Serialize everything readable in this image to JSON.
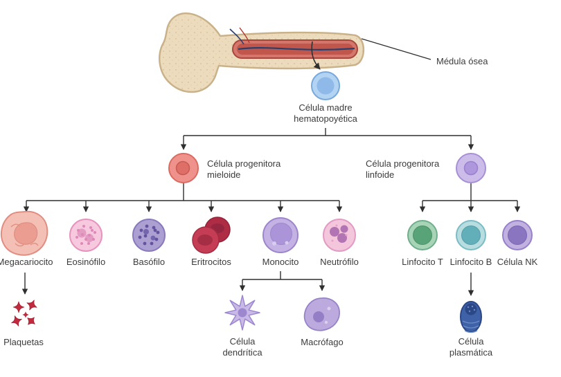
{
  "labels": {
    "bone_marrow": "Médula ósea",
    "stem_cell": "Célula madre\nhematopoyética",
    "myeloid_progenitor": "Célula progenitora\nmieloide",
    "lymphoid_progenitor": "Célula progenitora\nlinfoide",
    "megakaryocyte": "Megacariocito",
    "eosinophil": "Eosinófilo",
    "basophil": "Basófilo",
    "erythrocytes": "Eritrocitos",
    "monocyte": "Monocito",
    "neutrophil": "Neutrófilo",
    "platelets": "Plaquetas",
    "dendritic_cell": "Célula\ndendrítica",
    "macrophage": "Macrófago",
    "t_lymphocyte": "Linfocito T",
    "b_lymphocyte": "Linfocito B",
    "nk_cell": "Célula NK",
    "plasma_cell": "Célula\nplasmática"
  },
  "colors": {
    "stem_cell": "#b3d3f2",
    "myeloid_progenitor": "#ef928b",
    "lymphoid_progenitor": "#ccbcea",
    "megakaryocyte": "#f4bfb4",
    "eosinophil": "#f6c9de",
    "basophil": "#aca0d3",
    "erythrocytes": "#c43d54",
    "monocyte": "#c3b2e3",
    "neutrophil": "#f4c6dc",
    "platelets": "#c22a3e",
    "dendritic_cell": "#c9b9e7",
    "macrophage": "#bcaade",
    "t_lymphocyte": "#58a478",
    "b_lymphocyte": "#62afba",
    "nk_cell": "#8a75c0",
    "plasma_cell": "#3e61a7",
    "bone": "#ecdcbd",
    "marrow": "#c0564c",
    "connector_line": "#2f2f2f",
    "text": "#3b3b3b"
  }
}
